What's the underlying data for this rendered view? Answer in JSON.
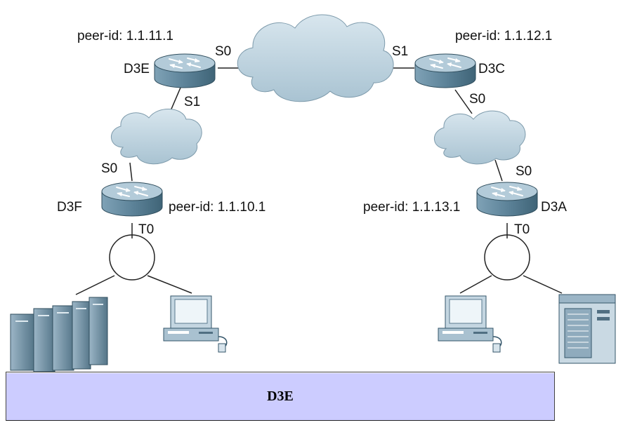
{
  "caption": "D3E",
  "routers": [
    {
      "name": "D3E",
      "peer_id": "peer-id: 1.1.11.1",
      "interfaces": [
        "S0",
        "S1"
      ]
    },
    {
      "name": "D3C",
      "peer_id": "peer-id: 1.1.12.1",
      "interfaces": [
        "S1",
        "S0"
      ]
    },
    {
      "name": "D3F",
      "peer_id": "peer-id: 1.1.10.1",
      "interfaces": [
        "S0",
        "T0"
      ]
    },
    {
      "name": "D3A",
      "peer_id": "peer-id: 1.1.13.1",
      "interfaces": [
        "S0",
        "T0"
      ]
    }
  ],
  "colors": {
    "router_top": "#a8c2d2",
    "router_side": "#5a7f95",
    "cloud": "#bcd3df",
    "cloud_stroke": "#7d9aab",
    "caption_bg": "#ccccff"
  }
}
